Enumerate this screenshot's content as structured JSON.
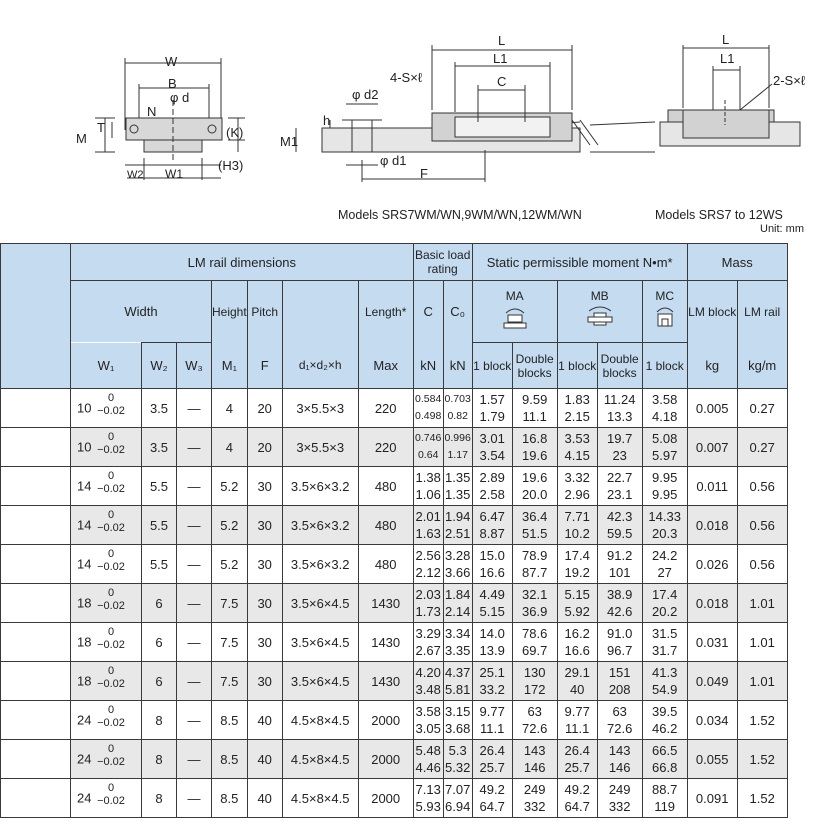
{
  "drawing_labels": {
    "W": "W",
    "B": "B",
    "phi_d": "φ d",
    "N": "N",
    "T": "T",
    "M": "M",
    "K": "(K)",
    "H3": "(H3)",
    "W2": "W2",
    "W1": "W1",
    "L": "L",
    "L1": "L1",
    "C": "C",
    "S": "4-S×ℓ",
    "phi_d2": "φ d2",
    "h": "h",
    "M1": "M1",
    "phi_d1": "φ d1",
    "F": "F",
    "L_b": "L",
    "L1_b": "L1",
    "S_b": "2-S×ℓ"
  },
  "captions": {
    "wm": "Models SRS7WM/WN,9WM/WN,12WM/WN",
    "ws": "Models SRS7 to 12WS",
    "unit": "Unit: mm"
  },
  "header": {
    "rail_dims": "LM rail dimensions",
    "basic_load": "Basic load rating",
    "static_moment": "Static permissible moment N•m*",
    "mass": "Mass",
    "width": "Width",
    "height": "Height",
    "pitch": "Pitch",
    "length": "Length*",
    "C": "C",
    "C0": "C₀",
    "MA": "MA",
    "MB": "MB",
    "MC": "MC",
    "lm_block": "LM block",
    "lm_rail": "LM rail",
    "W1": "W₁",
    "W2": "W₂",
    "W3": "W₃",
    "M1": "M₁",
    "F": "F",
    "d1d2h": "d₁×d₂×h",
    "max": "Max",
    "kN": "kN",
    "kN2": "kN",
    "one_block": "1 block",
    "double_blocks": "Double blocks",
    "one_block_b": "1 block",
    "double_blocks_b": "Double blocks",
    "one_block_c": "1 block",
    "kg": "kg",
    "kgm": "kg/m"
  },
  "rows": [
    {
      "w1": "10",
      "tol_top": "0",
      "tol_bot": "−0.02",
      "w2": "3.5",
      "w3": "—",
      "m1": "4",
      "f": "20",
      "dh": "3×5.5×3",
      "len": "220",
      "c": [
        "0.584",
        "0.498"
      ],
      "c0": [
        "0.703",
        "0.82"
      ],
      "ma1": [
        "1.57",
        "1.79"
      ],
      "ma2": [
        "9.59",
        "11.1"
      ],
      "mb1": [
        "1.83",
        "2.15"
      ],
      "mb2": [
        "11.24",
        "13.3"
      ],
      "mc": [
        "3.58",
        "4.18"
      ],
      "blk": "0.005",
      "rail": "0.27",
      "small": true
    },
    {
      "w1": "10",
      "tol_top": "0",
      "tol_bot": "−0.02",
      "w2": "3.5",
      "w3": "—",
      "m1": "4",
      "f": "20",
      "dh": "3×5.5×3",
      "len": "220",
      "c": [
        "0.746",
        "0.64"
      ],
      "c0": [
        "0.996",
        "1.17"
      ],
      "ma1": [
        "3.01",
        "3.54"
      ],
      "ma2": [
        "16.8",
        "19.6"
      ],
      "mb1": [
        "3.53",
        "4.15"
      ],
      "mb2": [
        "19.7",
        "23"
      ],
      "mc": [
        "5.08",
        "5.97"
      ],
      "blk": "0.007",
      "rail": "0.27",
      "small": true
    },
    {
      "w1": "14",
      "tol_top": "0",
      "tol_bot": "−0.02",
      "w2": "5.5",
      "w3": "—",
      "m1": "5.2",
      "f": "30",
      "dh": "3.5×6×3.2",
      "len": "480",
      "c": [
        "1.38",
        "1.06"
      ],
      "c0": [
        "1.35",
        "1.35"
      ],
      "ma1": [
        "2.89",
        "2.58"
      ],
      "ma2": [
        "19.6",
        "20.0"
      ],
      "mb1": [
        "3.32",
        "2.96"
      ],
      "mb2": [
        "22.7",
        "23.1"
      ],
      "mc": [
        "9.95",
        "9.95"
      ],
      "blk": "0.011",
      "rail": "0.56"
    },
    {
      "w1": "14",
      "tol_top": "0",
      "tol_bot": "−0.02",
      "w2": "5.5",
      "w3": "—",
      "m1": "5.2",
      "f": "30",
      "dh": "3.5×6×3.2",
      "len": "480",
      "c": [
        "2.01",
        "1.63"
      ],
      "c0": [
        "1.94",
        "2.51"
      ],
      "ma1": [
        "6.47",
        "8.87"
      ],
      "ma2": [
        "36.4",
        "51.5"
      ],
      "mb1": [
        "7.71",
        "10.2"
      ],
      "mb2": [
        "42.3",
        "59.5"
      ],
      "mc": [
        "14.33",
        "20.3"
      ],
      "blk": "0.018",
      "rail": "0.56"
    },
    {
      "w1": "14",
      "tol_top": "0",
      "tol_bot": "−0.02",
      "w2": "5.5",
      "w3": "—",
      "m1": "5.2",
      "f": "30",
      "dh": "3.5×6×3.2",
      "len": "480",
      "c": [
        "2.56",
        "2.12"
      ],
      "c0": [
        "3.28",
        "3.66"
      ],
      "ma1": [
        "15.0",
        "16.6"
      ],
      "ma2": [
        "78.9",
        "87.7"
      ],
      "mb1": [
        "17.4",
        "19.2"
      ],
      "mb2": [
        "91.2",
        "101"
      ],
      "mc": [
        "24.2",
        "27"
      ],
      "blk": "0.026",
      "rail": "0.56"
    },
    {
      "w1": "18",
      "tol_top": "0",
      "tol_bot": "−0.02",
      "w2": "6",
      "w3": "—",
      "m1": "7.5",
      "f": "30",
      "dh": "3.5×6×4.5",
      "len": "1430",
      "c": [
        "2.03",
        "1.73"
      ],
      "c0": [
        "1.84",
        "2.14"
      ],
      "ma1": [
        "4.49",
        "5.15"
      ],
      "ma2": [
        "32.1",
        "36.9"
      ],
      "mb1": [
        "5.15",
        "5.92"
      ],
      "mb2": [
        "38.9",
        "42.6"
      ],
      "mc": [
        "17.4",
        "20.2"
      ],
      "blk": "0.018",
      "rail": "1.01"
    },
    {
      "w1": "18",
      "tol_top": "0",
      "tol_bot": "−0.02",
      "w2": "6",
      "w3": "—",
      "m1": "7.5",
      "f": "30",
      "dh": "3.5×6×4.5",
      "len": "1430",
      "c": [
        "3.29",
        "2.67"
      ],
      "c0": [
        "3.34",
        "3.35"
      ],
      "ma1": [
        "14.0",
        "13.9"
      ],
      "ma2": [
        "78.6",
        "69.7"
      ],
      "mb1": [
        "16.2",
        "16.6"
      ],
      "mb2": [
        "91.0",
        "96.7"
      ],
      "mc": [
        "31.5",
        "31.7"
      ],
      "blk": "0.031",
      "rail": "1.01"
    },
    {
      "w1": "18",
      "tol_top": "0",
      "tol_bot": "−0.02",
      "w2": "6",
      "w3": "—",
      "m1": "7.5",
      "f": "30",
      "dh": "3.5×6×4.5",
      "len": "1430",
      "c": [
        "4.20",
        "3.48"
      ],
      "c0": [
        "4.37",
        "5.81"
      ],
      "ma1": [
        "25.1",
        "33.2"
      ],
      "ma2": [
        "130",
        "172"
      ],
      "mb1": [
        "29.1",
        "40"
      ],
      "mb2": [
        "151",
        "208"
      ],
      "mc": [
        "41.3",
        "54.9"
      ],
      "blk": "0.049",
      "rail": "1.01"
    },
    {
      "w1": "24",
      "tol_top": "0",
      "tol_bot": "−0.02",
      "w2": "8",
      "w3": "—",
      "m1": "8.5",
      "f": "40",
      "dh": "4.5×8×4.5",
      "len": "2000",
      "c": [
        "3.58",
        "3.05"
      ],
      "c0": [
        "3.15",
        "3.68"
      ],
      "ma1": [
        "9.77",
        "11.1"
      ],
      "ma2": [
        "63",
        "72.6"
      ],
      "mb1": [
        "9.77",
        "11.1"
      ],
      "mb2": [
        "63",
        "72.6"
      ],
      "mc": [
        "39.5",
        "46.2"
      ],
      "blk": "0.034",
      "rail": "1.52"
    },
    {
      "w1": "24",
      "tol_top": "0",
      "tol_bot": "−0.02",
      "w2": "8",
      "w3": "—",
      "m1": "8.5",
      "f": "40",
      "dh": "4.5×8×4.5",
      "len": "2000",
      "c": [
        "5.48",
        "4.46"
      ],
      "c0": [
        "5.3",
        "5.32"
      ],
      "ma1": [
        "26.4",
        "25.7"
      ],
      "ma2": [
        "143",
        "146"
      ],
      "mb1": [
        "26.4",
        "25.7"
      ],
      "mb2": [
        "143",
        "146"
      ],
      "mc": [
        "66.5",
        "66.8"
      ],
      "blk": "0.055",
      "rail": "1.52"
    },
    {
      "w1": "24",
      "tol_top": "0",
      "tol_bot": "−0.02",
      "w2": "8",
      "w3": "—",
      "m1": "8.5",
      "f": "40",
      "dh": "4.5×8×4.5",
      "len": "2000",
      "c": [
        "7.13",
        "5.93"
      ],
      "c0": [
        "7.07",
        "6.94"
      ],
      "ma1": [
        "49.2",
        "64.7"
      ],
      "ma2": [
        "249",
        "332"
      ],
      "mb1": [
        "49.2",
        "64.7"
      ],
      "mb2": [
        "249",
        "332"
      ],
      "mc": [
        "88.7",
        "119"
      ],
      "blk": "0.091",
      "rail": "1.52"
    }
  ]
}
